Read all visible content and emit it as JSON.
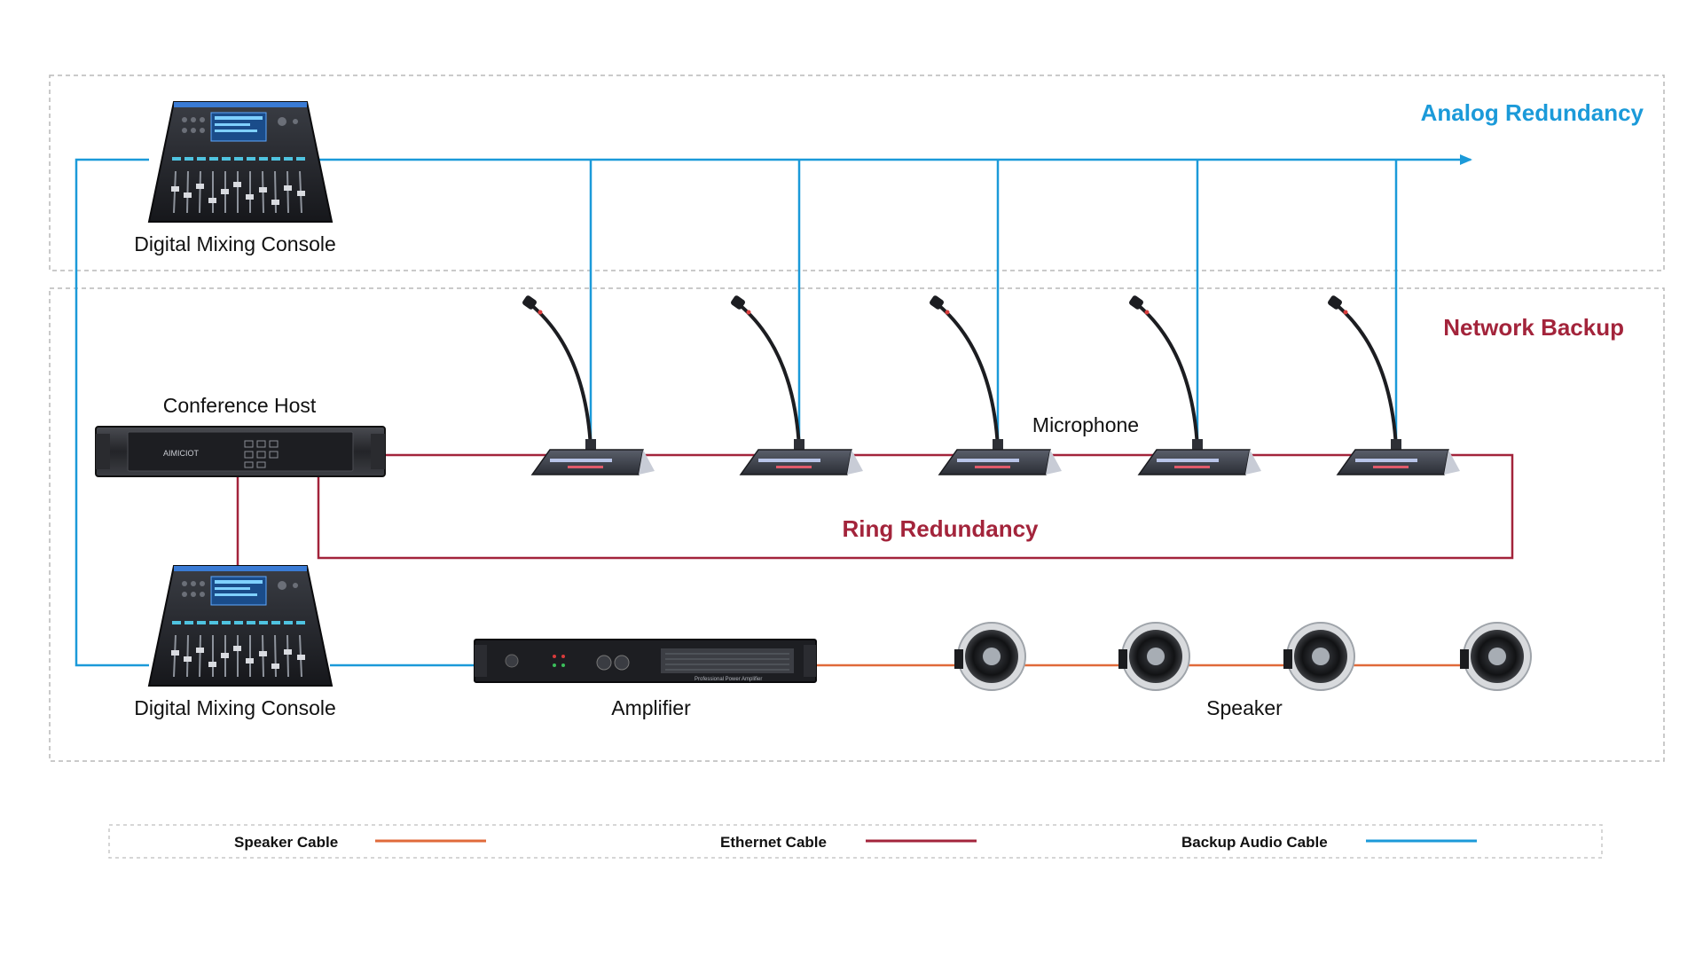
{
  "zones": {
    "analog_title": "Analog Redundancy",
    "network_title": "Network Backup",
    "ring_title": "Ring Redundancy"
  },
  "devices": {
    "mixer_top_label": "Digital Mixing Console",
    "mixer_bottom_label": "Digital Mixing Console",
    "host_label": "Conference Host",
    "host_brand": "AIMICIOT",
    "microphone_label": "Microphone",
    "amplifier_label": "Amplifier",
    "amplifier_panel_text": "Professional Power Amplifier",
    "speaker_label": "Speaker"
  },
  "legend": {
    "items": [
      {
        "label": "Speaker Cable"
      },
      {
        "label": "Ethernet Cable"
      },
      {
        "label": "Backup Audio Cable"
      }
    ]
  },
  "colors": {
    "backup_audio": "#1b9ad9",
    "ethernet": "#a3243b",
    "speaker": "#e06a3a",
    "analog_title": "#1b9ad9",
    "network_title": "#a3243b",
    "ring_title": "#a3243b",
    "zone_border": "#b8b8b8"
  }
}
